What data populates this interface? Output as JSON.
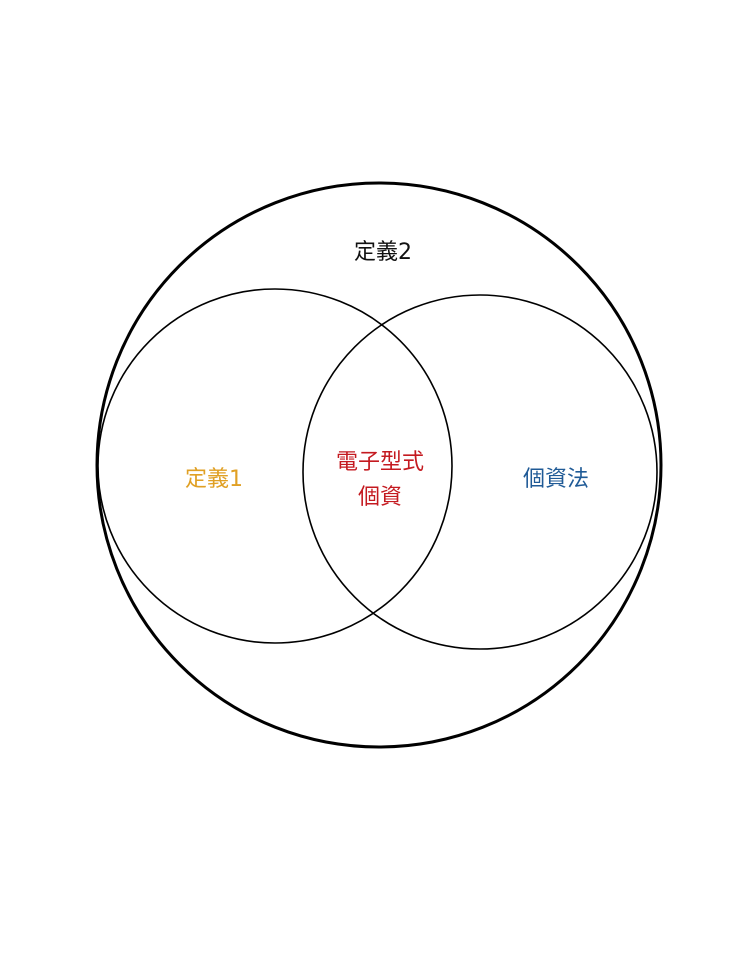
{
  "diagram": {
    "type": "venn",
    "outer_set": {
      "label": "定義2",
      "color": "#111111"
    },
    "left_set": {
      "label": "定義1",
      "color": "#e0a024"
    },
    "right_set": {
      "label": "個資法",
      "color": "#1f5a96"
    },
    "intersection": {
      "label_line1": "電子型式",
      "label_line2": "個資",
      "color": "#c41a20"
    }
  }
}
